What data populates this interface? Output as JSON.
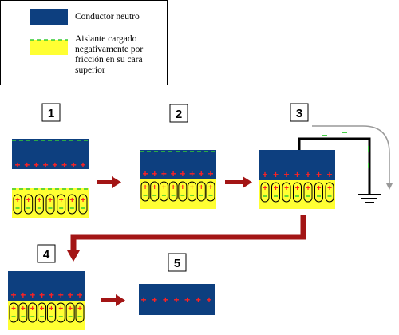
{
  "legend": {
    "conductor_label": "Conductor neutro",
    "insulator_label_lines": [
      "Aislante cargado",
      "negativamente por",
      "fricción  en su cara",
      "superior"
    ]
  },
  "steps": [
    {
      "number": "1"
    },
    {
      "number": "2"
    },
    {
      "number": "3"
    },
    {
      "number": "4"
    },
    {
      "number": "5"
    }
  ],
  "charge_symbols": {
    "positive": "+",
    "negative": "−"
  },
  "colors": {
    "conductor": "#0d3f7f",
    "insulator": "#ffff33",
    "negative_charge": "#33cc33",
    "positive_charge": "#ff2222",
    "arrow": "#a31515",
    "ground_wire": "#000000",
    "electron_path": "#999999"
  }
}
